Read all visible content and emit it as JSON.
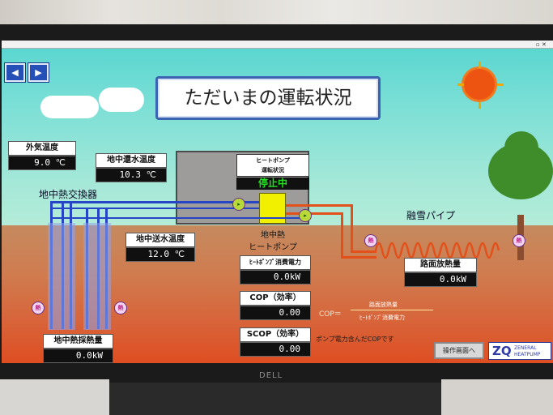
{
  "monitor": {
    "brand": "DELL"
  },
  "screen": {
    "title": "ただいまの運転状況",
    "nav": {
      "prev_label": "◀",
      "next_label": "▶"
    },
    "outdoor": {
      "label": "外気温度",
      "value": "9.0 ℃"
    },
    "return_temp": {
      "label": "地中還水温度",
      "value": "10.3 ℃"
    },
    "supply_temp": {
      "label": "地中送水温度",
      "value": "12.0 ℃"
    },
    "heat_exchanger": {
      "label": "地中熱交換器"
    },
    "heat_pump": {
      "title_line1": "ヒートポンプ",
      "title_line2": "運転状況",
      "status": "停止中",
      "caption_line1": "地中熱",
      "caption_line2": "ヒートポンプ",
      "power_label": "ﾋｰﾄﾎﾟﾝﾌﾟ消費電力",
      "power_value": "0.0kW"
    },
    "cop": {
      "label": "COP（効率）",
      "value": "0.00"
    },
    "scop": {
      "label": "SCOP（効率）",
      "value": "0.00",
      "note": "ポンプ電力含んだCOPです"
    },
    "snow_melt": {
      "label": "融雪パイプ"
    },
    "road_heat": {
      "label": "路面放熱量",
      "value": "0.0kW"
    },
    "ground_heat": {
      "label": "地中熱採熱量",
      "value": "0.0kW"
    },
    "heat_icon_label": "熱",
    "formula": {
      "cop_prefix": "COP＝",
      "numerator": "路面放熱量",
      "denominator": "ﾋｰﾄﾎﾟﾝﾌﾟ消費電力"
    },
    "operation_button": "操作画面へ",
    "logo": {
      "mark": "ZQ",
      "line1": "ZENERAL",
      "line2": "HEATPUMP"
    },
    "colors": {
      "sky": "#56d5cf",
      "ground": "#de4e22",
      "cold_pipe": "#2545c6",
      "hot_pipe": "#e35019",
      "status_green": "#20e020"
    }
  }
}
